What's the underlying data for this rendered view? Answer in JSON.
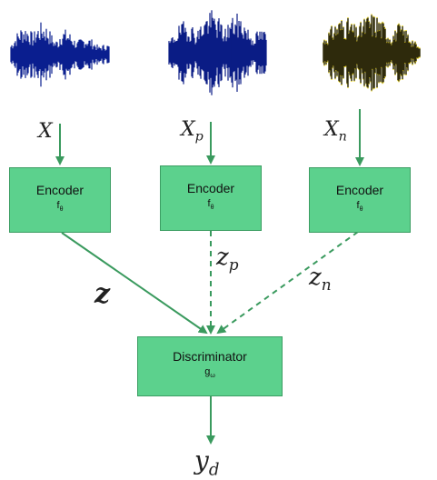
{
  "colors": {
    "node_fill": "#5cd18d",
    "node_border": "#3c9e63",
    "arrow": "#3a9a5e",
    "wave_clean": "#0a1f8f",
    "wave_pos": "#0b1c85",
    "wave_neg_fill": "#0b0b0b",
    "wave_neg_edge": "#e8d21a"
  },
  "inputs": {
    "x": {
      "base": "X",
      "sub": ""
    },
    "xp": {
      "base": "X",
      "sub": "p"
    },
    "xn": {
      "base": "X",
      "sub": "n"
    }
  },
  "encoders": [
    {
      "title": "Encoder",
      "func": "f",
      "param": "θ"
    },
    {
      "title": "Encoder",
      "func": "f",
      "param": "θ"
    },
    {
      "title": "Encoder",
      "func": "f",
      "param": "θ"
    }
  ],
  "embeddings": {
    "z": {
      "base": "z",
      "sub": ""
    },
    "zp": {
      "base": "z",
      "sub": "p"
    },
    "zn": {
      "base": "z",
      "sub": "n"
    }
  },
  "discriminator": {
    "title": "Discriminator",
    "func": "g",
    "param": "ω"
  },
  "output": {
    "base": "y",
    "sub": "d"
  }
}
